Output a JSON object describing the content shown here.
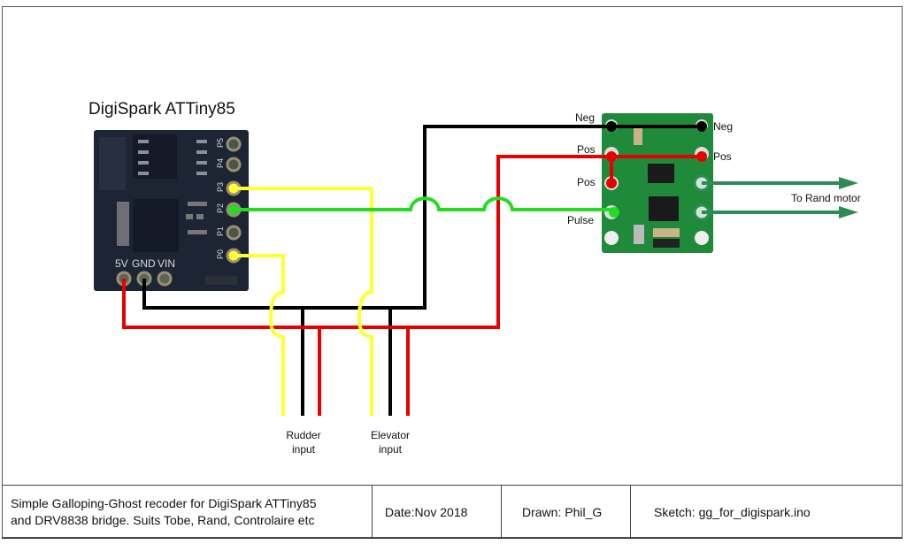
{
  "diagram": {
    "board_title": "DigiSpark ATTiny85",
    "digispark_pins": [
      "P5",
      "P4",
      "P3",
      "P2",
      "P1",
      "P0"
    ],
    "digispark_power_pins": [
      "5V",
      "GND",
      "VIN"
    ],
    "driver_labels": {
      "neg_left": "Neg",
      "neg_right": "Neg",
      "pos_left_top": "Pos",
      "pos_left_mid": "Pos",
      "pos_right": "Pos",
      "pulse": "Pulse"
    },
    "output_label": "To Rand motor",
    "inputs": [
      {
        "line1": "Rudder",
        "line2": "input"
      },
      {
        "line1": "Elevator",
        "line2": "input"
      }
    ],
    "wire_colors": {
      "power": "#e60000",
      "ground": "#000000",
      "signal_input": "#ffff33",
      "pulse": "#22dd22",
      "motor": "#2e8b57"
    }
  },
  "title_block": {
    "description_line1": "Simple Galloping-Ghost recoder for DigiSpark ATTiny85",
    "description_line2": "and DRV8838 bridge. Suits Tobe, Rand, Controlaire etc",
    "date": "Date:Nov 2018",
    "drawn": "Drawn: Phil_G",
    "sketch": "Sketch: gg_for_digispark.ino"
  }
}
